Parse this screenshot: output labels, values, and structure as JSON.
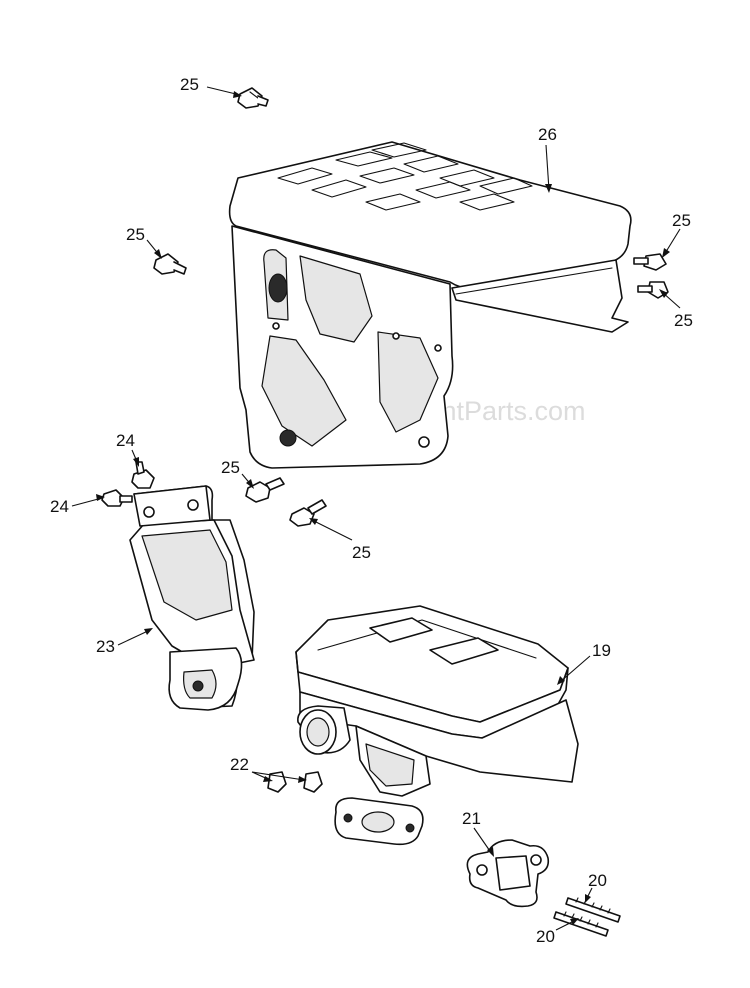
{
  "diagram": {
    "watermark": "©ReplacementParts.com",
    "callouts": {
      "c25a": "25",
      "c26": "26",
      "c25b": "25",
      "c25c": "25",
      "c25d": "25",
      "c24a": "24",
      "c24b": "24",
      "c25e": "25",
      "c25f": "25",
      "c23": "23",
      "c19": "19",
      "c22": "22",
      "c21": "21",
      "c20a": "20",
      "c20b": "20"
    }
  }
}
